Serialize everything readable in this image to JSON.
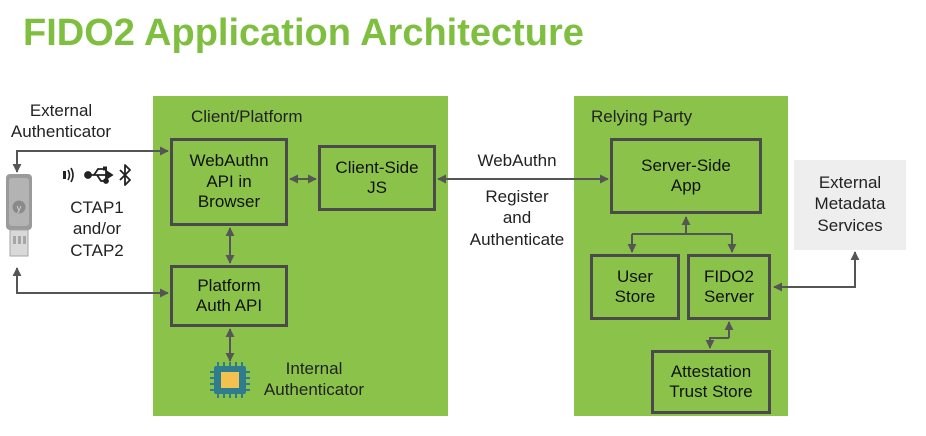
{
  "title": "FIDO2 Application Architecture",
  "external_authenticator": "External\nAuthenticator",
  "ctap": "CTAP1\nand/or\nCTAP2",
  "client_panel": {
    "label": "Client/Platform",
    "webauthn_api": "WebAuthn\nAPI in\nBrowser",
    "client_js": "Client-Side\nJS",
    "platform_auth": "Platform\nAuth API",
    "internal_authenticator": "Internal\nAuthenticator"
  },
  "link": {
    "webauthn": "WebAuthn",
    "register": "Register\nand\nAuthenticate"
  },
  "rp_panel": {
    "label": "Relying Party",
    "server_app": "Server-Side\nApp",
    "user_store": "User\nStore",
    "fido2_server": "FIDO2\nServer",
    "attestation": "Attestation\nTrust Store"
  },
  "external_metadata": "External\nMetadata\nServices",
  "colors": {
    "title": "#7fbf3f",
    "panel": "#8bc34a",
    "border": "#4a4a4a",
    "ext_box": "#eeeeee"
  },
  "icons": [
    "security-key-icon",
    "nfc-icon",
    "usb-icon",
    "bluetooth-icon",
    "chip-icon"
  ]
}
